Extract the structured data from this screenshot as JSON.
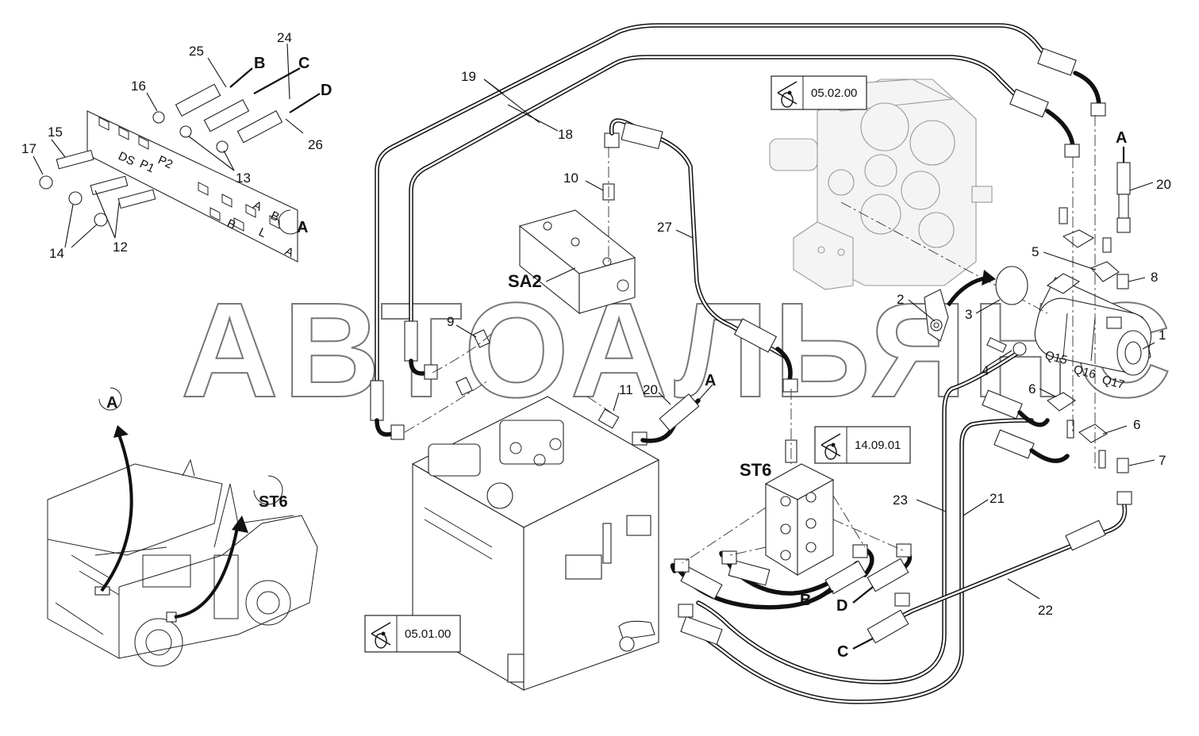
{
  "watermark": "АВТОАЛЬЯНС",
  "references": {
    "ref_top": "05.02.00",
    "ref_mid": "14.09.01",
    "ref_bottom": "05.01.00"
  },
  "assemblies": {
    "sa2": "SA2",
    "st6_main": "ST6",
    "st6_detail": "ST6",
    "detail_a": "A"
  },
  "callouts": {
    "c1": "1",
    "c2": "2",
    "c3": "3",
    "c4": "4",
    "c5": "5",
    "c6a": "6",
    "c6b": "6",
    "c7": "7",
    "c8": "8",
    "c9": "9",
    "c10": "10",
    "c11": "11",
    "c12": "12",
    "c13": "13",
    "c14": "14",
    "c15": "15",
    "c16": "16",
    "c17": "17",
    "c18": "18",
    "c19": "19",
    "c20a": "20",
    "c20b": "20",
    "c21": "21",
    "c22": "22",
    "c23": "23",
    "c24": "24",
    "c25": "25",
    "c26": "26",
    "c27": "27"
  },
  "connection_letters": {
    "inset_b": "B",
    "inset_c": "C",
    "inset_d": "D",
    "inset_a": "A",
    "hose_a_top": "A",
    "hose_a_mid": "A",
    "hose_b": "B",
    "hose_c": "C",
    "hose_d": "D"
  },
  "pump_ports": {
    "q15": "Q15",
    "q16": "Q16",
    "q17": "Q17"
  },
  "plate_labels": {
    "p2": "P2",
    "p1": "P1",
    "ds": "DS",
    "l": "L",
    "a1": "A",
    "b1": "B",
    "b2": "B",
    "a2": "A"
  }
}
